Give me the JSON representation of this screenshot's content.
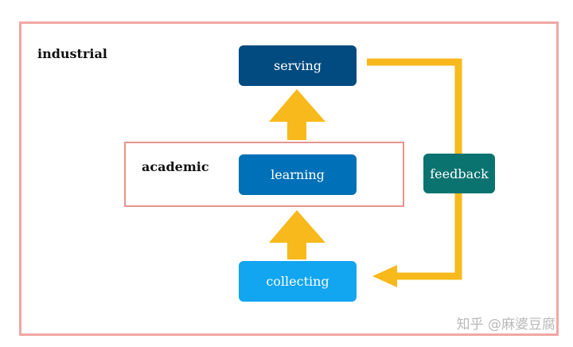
{
  "diagram": {
    "outer_label": "industrial",
    "inner_label": "academic",
    "nodes": {
      "serving": "serving",
      "learning": "learning",
      "collecting": "collecting",
      "feedback": "feedback"
    },
    "watermark": "知乎 @麻婆豆腐"
  },
  "colors": {
    "serving": "#024b80",
    "learning": "#0070b8",
    "collecting": "#12a5f0",
    "feedback": "#0a7370",
    "arrow": "#f7b91b",
    "outer_border": "#f0a8a4",
    "inner_border": "#e7948f"
  }
}
